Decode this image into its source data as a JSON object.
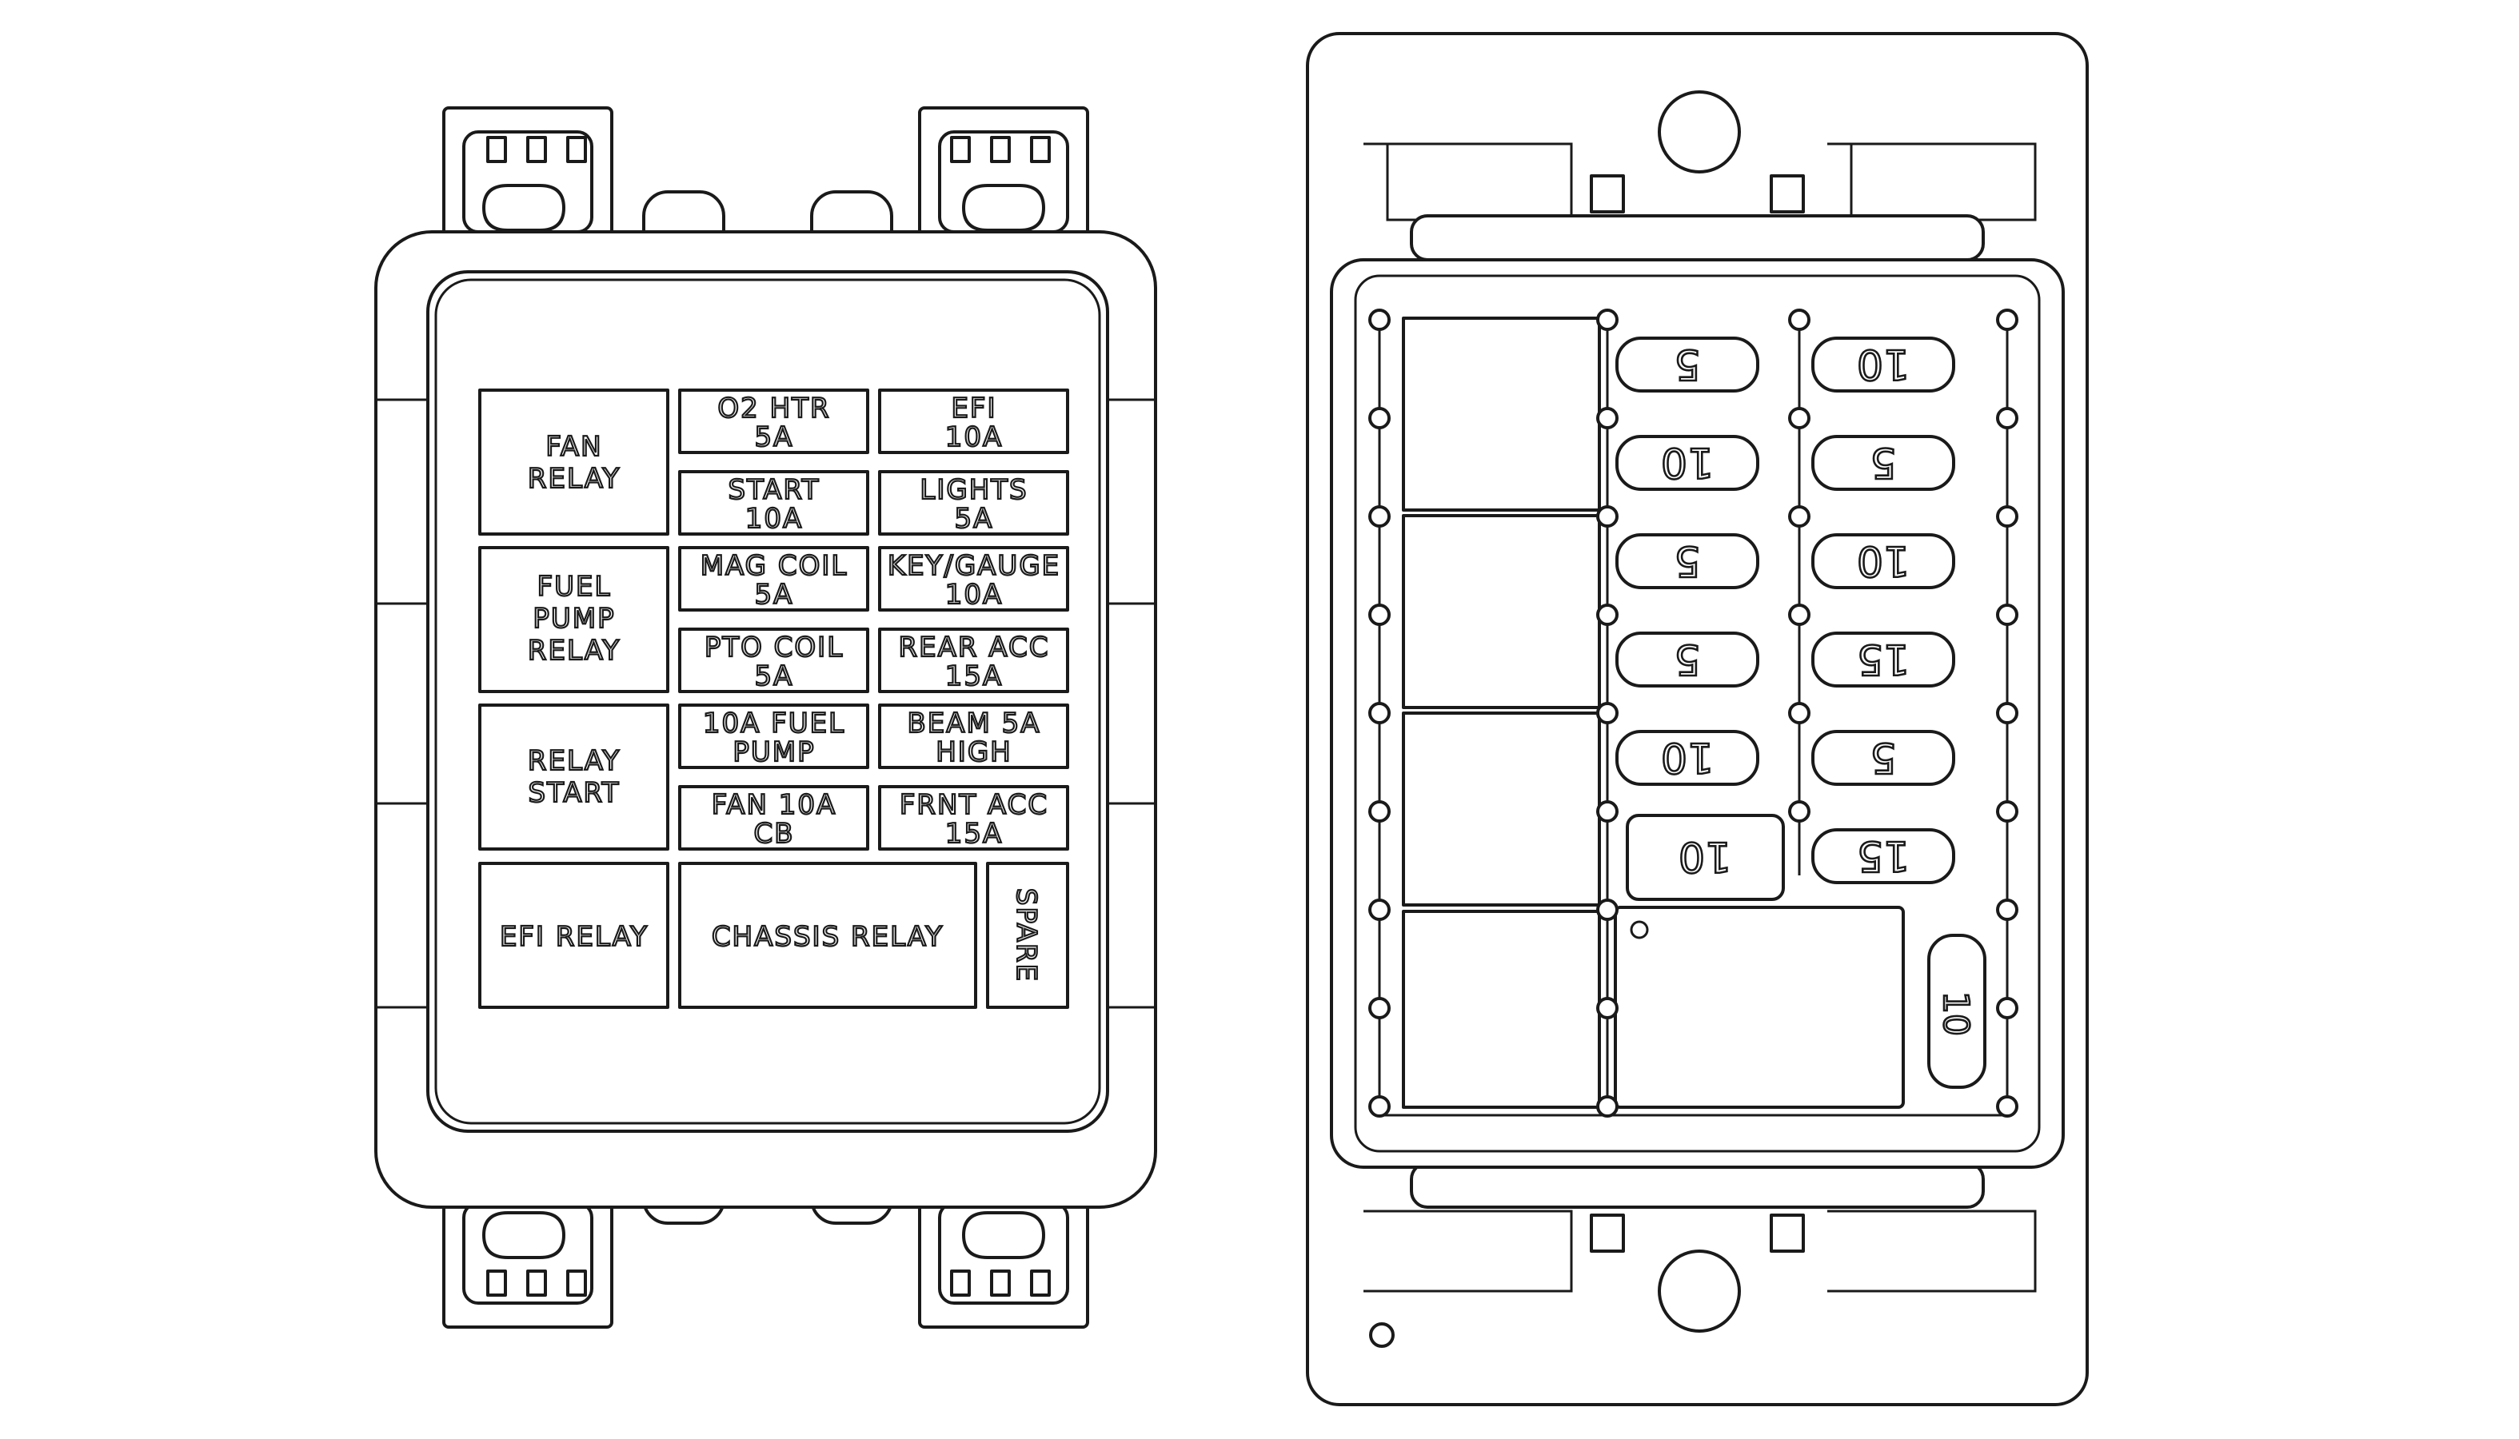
{
  "cover": {
    "cells": [
      {
        "id": "fan-relay",
        "lines": [
          "FAN",
          "RELAY"
        ]
      },
      {
        "id": "o2-htr",
        "lines": [
          "O2 HTR",
          "5A"
        ]
      },
      {
        "id": "efi-fuse",
        "lines": [
          "EFI",
          "10A"
        ]
      },
      {
        "id": "start-fuse",
        "lines": [
          "START",
          "10A"
        ]
      },
      {
        "id": "lights-fuse",
        "lines": [
          "LIGHTS",
          "5A"
        ]
      },
      {
        "id": "fuel-pump-relay",
        "lines": [
          "FUEL",
          "PUMP",
          "RELAY"
        ]
      },
      {
        "id": "mag-coil",
        "lines": [
          "MAG COIL",
          "5A"
        ]
      },
      {
        "id": "key-gauge",
        "lines": [
          "KEY/GAUGE",
          "10A"
        ]
      },
      {
        "id": "pto-coil",
        "lines": [
          "PTO COIL",
          "5A"
        ]
      },
      {
        "id": "rear-acc",
        "lines": [
          "REAR ACC",
          "15A"
        ]
      },
      {
        "id": "relay-start",
        "lines": [
          "RELAY",
          "START"
        ]
      },
      {
        "id": "fuel-pump-fuse",
        "lines": [
          "10A FUEL",
          "PUMP"
        ]
      },
      {
        "id": "beam-high",
        "lines": [
          "BEAM 5A",
          "HIGH"
        ]
      },
      {
        "id": "fan-cb",
        "lines": [
          "FAN 10A",
          "CB"
        ]
      },
      {
        "id": "frnt-acc",
        "lines": [
          "FRNT ACC",
          "15A"
        ]
      },
      {
        "id": "efi-relay",
        "lines": [
          "EFI RELAY"
        ]
      },
      {
        "id": "chassis-relay",
        "lines": [
          "CHASSIS RELAY"
        ]
      },
      {
        "id": "spare",
        "lines": [
          "SPARE"
        ]
      }
    ]
  },
  "box": {
    "fuse_column_1": [
      "5",
      "10",
      "5",
      "5",
      "10"
    ],
    "fuse_column_2": [
      "10",
      "5",
      "10",
      "15",
      "5",
      "15"
    ],
    "circuit_breaker": "10",
    "small_fuse": "10"
  },
  "colors": {
    "line": "#1a1a1a",
    "fill": "#ffffff"
  }
}
